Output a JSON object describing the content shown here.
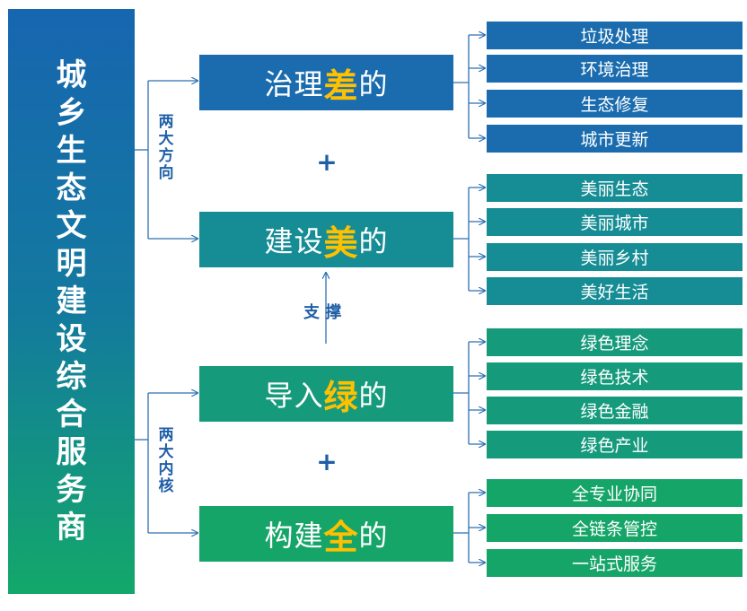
{
  "left_title": [
    "城",
    "乡",
    "生",
    "态",
    "文",
    "明",
    "建",
    "设",
    "综",
    "合",
    "服",
    "务",
    "商"
  ],
  "branches": [
    {
      "label": "两大方向",
      "chars": [
        "两",
        "大",
        "方",
        "向"
      ]
    },
    {
      "label": "两大内核",
      "chars": [
        "两",
        "大",
        "内",
        "核"
      ]
    }
  ],
  "plus": "+",
  "support": "支 撑",
  "boxes": [
    {
      "prefix": "治理",
      "highlight": "差",
      "suffix": "的",
      "items": [
        "垃圾处理",
        "环境治理",
        "生态修复",
        "城市更新"
      ]
    },
    {
      "prefix": "建设",
      "highlight": "美",
      "suffix": "的",
      "items": [
        "美丽生态",
        "美丽城市",
        "美丽乡村",
        "美好生活"
      ]
    },
    {
      "prefix": "导入",
      "highlight": "绿",
      "suffix": "的",
      "items": [
        "绿色理念",
        "绿色技术",
        "绿色金融",
        "绿色产业"
      ]
    },
    {
      "prefix": "构建",
      "highlight": "全",
      "suffix": "的",
      "items": [
        "全专业协同",
        "全链条管控",
        "一站式服务"
      ]
    }
  ],
  "colors": {
    "blue": "#1a6cae",
    "teal": "#168d95",
    "green1": "#169a7c",
    "green2": "#16a568",
    "highlight": "#ffc000",
    "line": "#2d6fb0"
  }
}
